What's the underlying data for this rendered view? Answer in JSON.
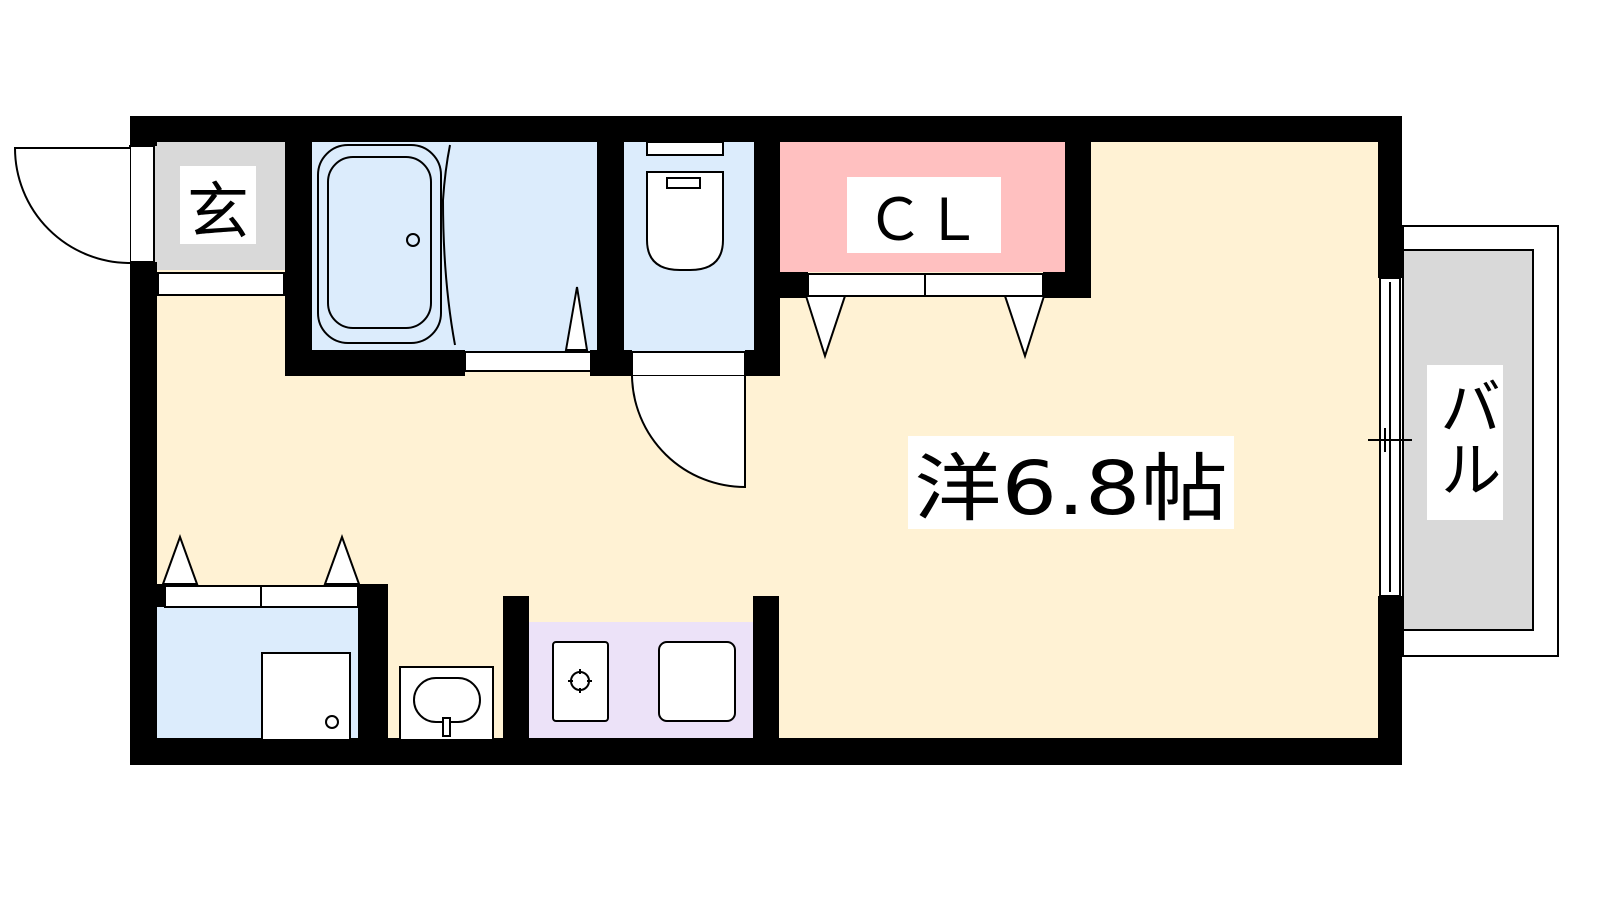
{
  "floorplan": {
    "rooms": {
      "entrance": {
        "label": "玄",
        "fill": "#d9d9d9"
      },
      "closet": {
        "label": "ＣＬ",
        "fill": "#ffc0c0"
      },
      "western_room": {
        "label": "洋6.8帖",
        "fill": "#fff2d4"
      },
      "balcony": {
        "label": "バル",
        "fill": "#d9d9d9"
      },
      "bathroom": {
        "fill": "#dcecfc"
      },
      "toilet": {
        "fill": "#dcecfc"
      },
      "washroom": {
        "fill": "#dcecfc"
      },
      "kitchen": {
        "fill": "#ece2f8"
      }
    },
    "colors": {
      "wall": "#000000",
      "outline": "#000000"
    }
  }
}
